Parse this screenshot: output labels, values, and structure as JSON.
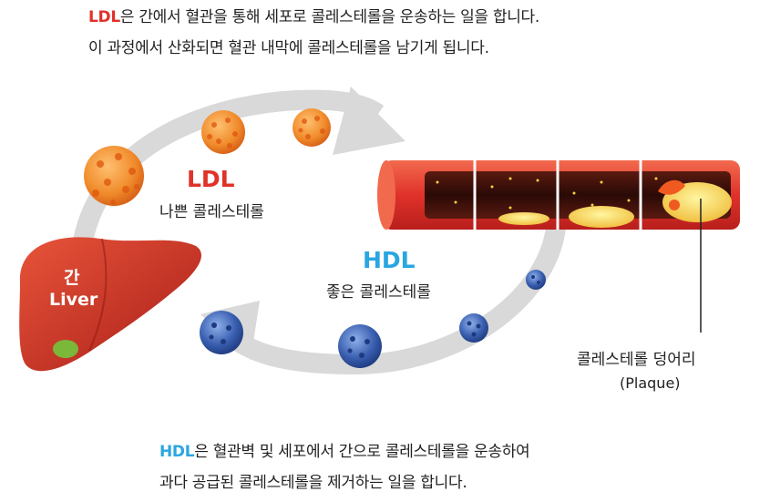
{
  "top_text": {
    "line1_prefix": "LDL",
    "line1_rest": "은 간에서 혈관을 통해 세포로 콜레스테롤을 운송하는 일을 합니다.",
    "line2": "이 과정에서 산화되면 혈관 내막에 콜레스테롤을 남기게 됩니다."
  },
  "ldl_label": {
    "title": "LDL",
    "subtitle": "나쁜 콜레스테롤"
  },
  "hdl_label": {
    "title": "HDL",
    "subtitle": "좋은 콜레스테롤"
  },
  "liver_label": {
    "korean": "간",
    "english": "Liver"
  },
  "plaque_label": {
    "korean": "콜레스테롤 덩어리",
    "english": "(Plaque)"
  },
  "bottom_text": {
    "line1_prefix": "HDL",
    "line1_rest": "은 혈관벽 및 세포에서 간으로 콜레스테롤을 운송하여",
    "line2": "과다 공급된 콜레스테롤을 제거하는 일을 합니다."
  },
  "colors": {
    "ldl_red": "#e0322a",
    "hdl_blue": "#2aa6e0",
    "ldl_particle": "#f08a2a",
    "hdl_particle": "#3a5fb0",
    "arrow_gray": "#d9d9d9"
  }
}
